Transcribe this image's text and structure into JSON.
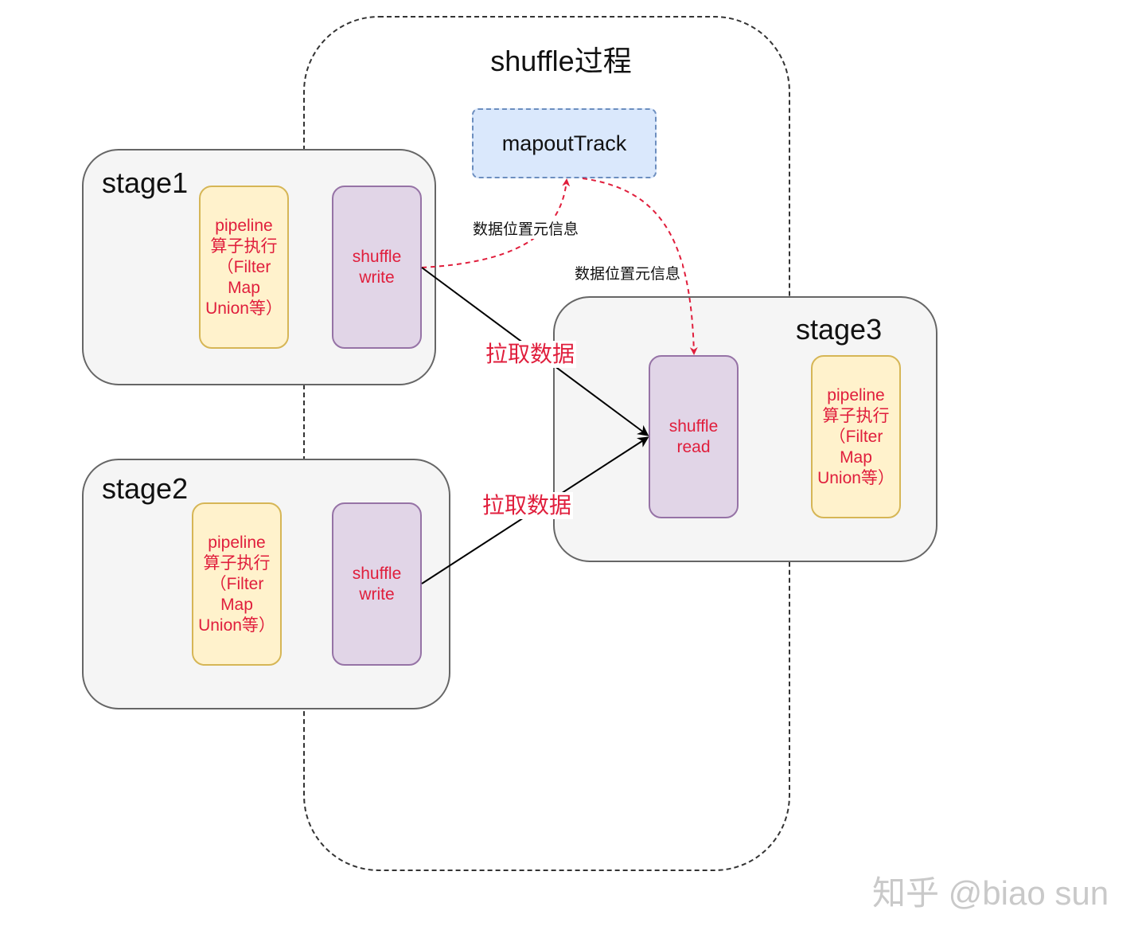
{
  "diagram": {
    "region_title": "shuffle过程",
    "tracker_label": "mapoutTrack",
    "stages": [
      {
        "title": "stage1",
        "operator": "pipeline\n算子执行\n（Filter\nMap\nUnion等）",
        "shuffle": "shuffle\nwrite"
      },
      {
        "title": "stage2",
        "operator": "pipeline\n算子执行\n（Filter\nMap\nUnion等）",
        "shuffle": "shuffle\nwrite"
      },
      {
        "title": "stage3",
        "operator": "pipeline\n算子执行\n（Filter\nMap\nUnion等）",
        "shuffle": "shuffle\nread"
      }
    ],
    "edges": {
      "meta_to_tracker": "数据位置元信息",
      "meta_from_tracker": "数据位置元信息",
      "pull_from_stage1": "拉取数据",
      "pull_from_stage2": "拉取数据"
    },
    "colors": {
      "accent_text": "#e01e3c",
      "operator_fill": "#fff2cc",
      "operator_border": "#d6b656",
      "shuffle_fill": "#e1d5e7",
      "shuffle_border": "#9673a6",
      "tracker_fill": "#dae8fc",
      "tracker_border": "#6c8ebf",
      "stage_fill": "#f5f5f5"
    }
  },
  "watermark": "知乎 @biao sun"
}
